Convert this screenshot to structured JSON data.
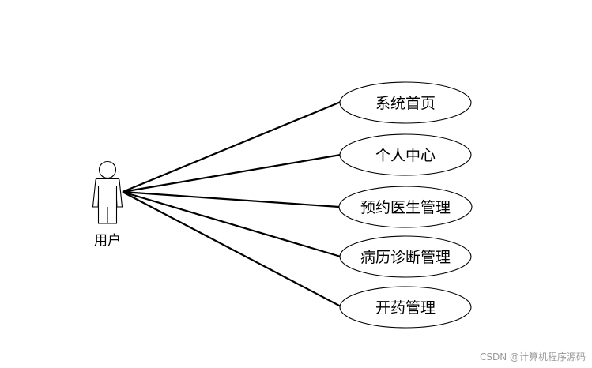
{
  "diagram": {
    "actor": {
      "label": "用户"
    },
    "use_cases": [
      {
        "id": "uc-home",
        "label": "系统首页"
      },
      {
        "id": "uc-personal",
        "label": "个人中心"
      },
      {
        "id": "uc-appointment",
        "label": "预约医生管理"
      },
      {
        "id": "uc-diagnosis",
        "label": "病历诊断管理"
      },
      {
        "id": "uc-prescription",
        "label": "开药管理"
      }
    ]
  },
  "watermark": {
    "text": "CSDN @计算机程序源码"
  }
}
